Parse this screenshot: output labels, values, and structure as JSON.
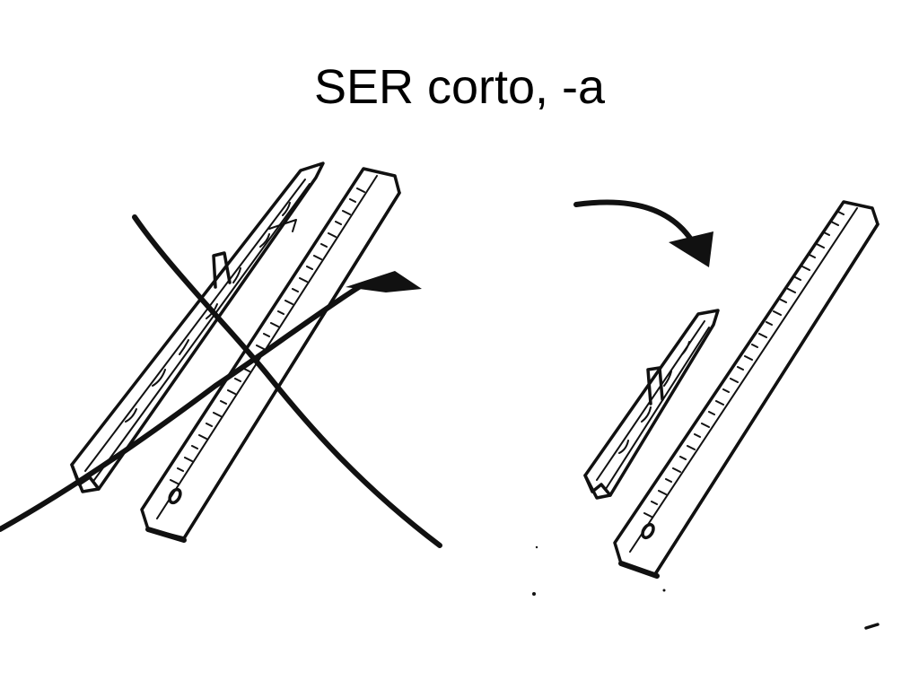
{
  "slide": {
    "title": "SER corto, -a"
  },
  "illustration": {
    "left_panel": {
      "items": [
        "long-stick",
        "ruler",
        "cross-out-mark",
        "pointer-arrow"
      ]
    },
    "right_panel": {
      "items": [
        "short-stick",
        "ruler",
        "curved-arrow"
      ]
    },
    "colors": {
      "ink": "#111111",
      "background": "#ffffff"
    }
  }
}
